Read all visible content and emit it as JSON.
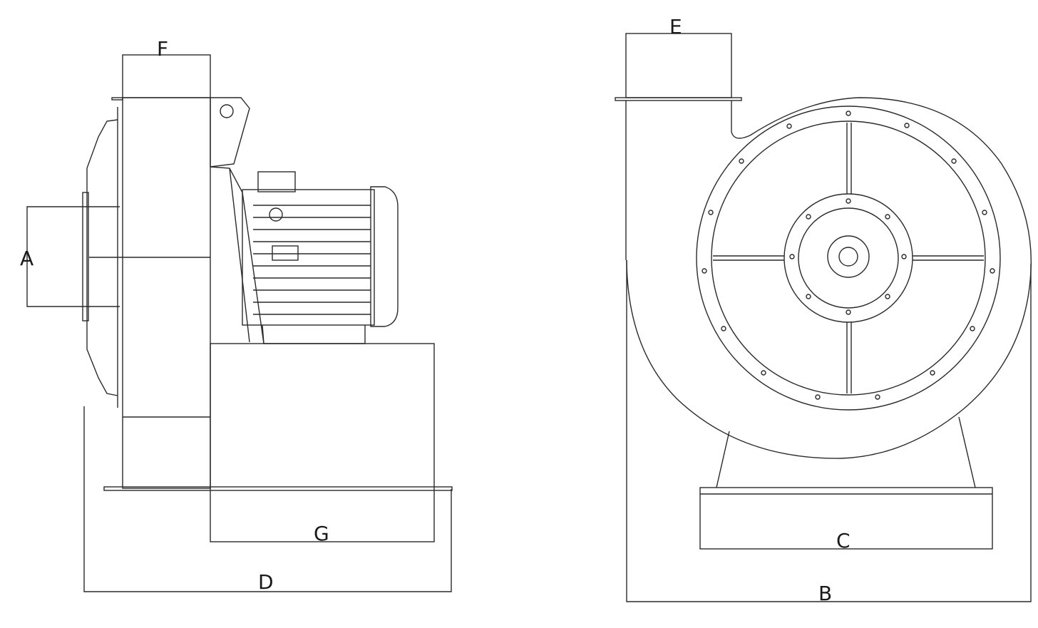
{
  "labels": {
    "A": "A",
    "B": "B",
    "C": "C",
    "D": "D",
    "E": "E",
    "F": "F",
    "G": "G"
  },
  "colors": {
    "line": "#2a2a2a",
    "background": "#ffffff"
  }
}
